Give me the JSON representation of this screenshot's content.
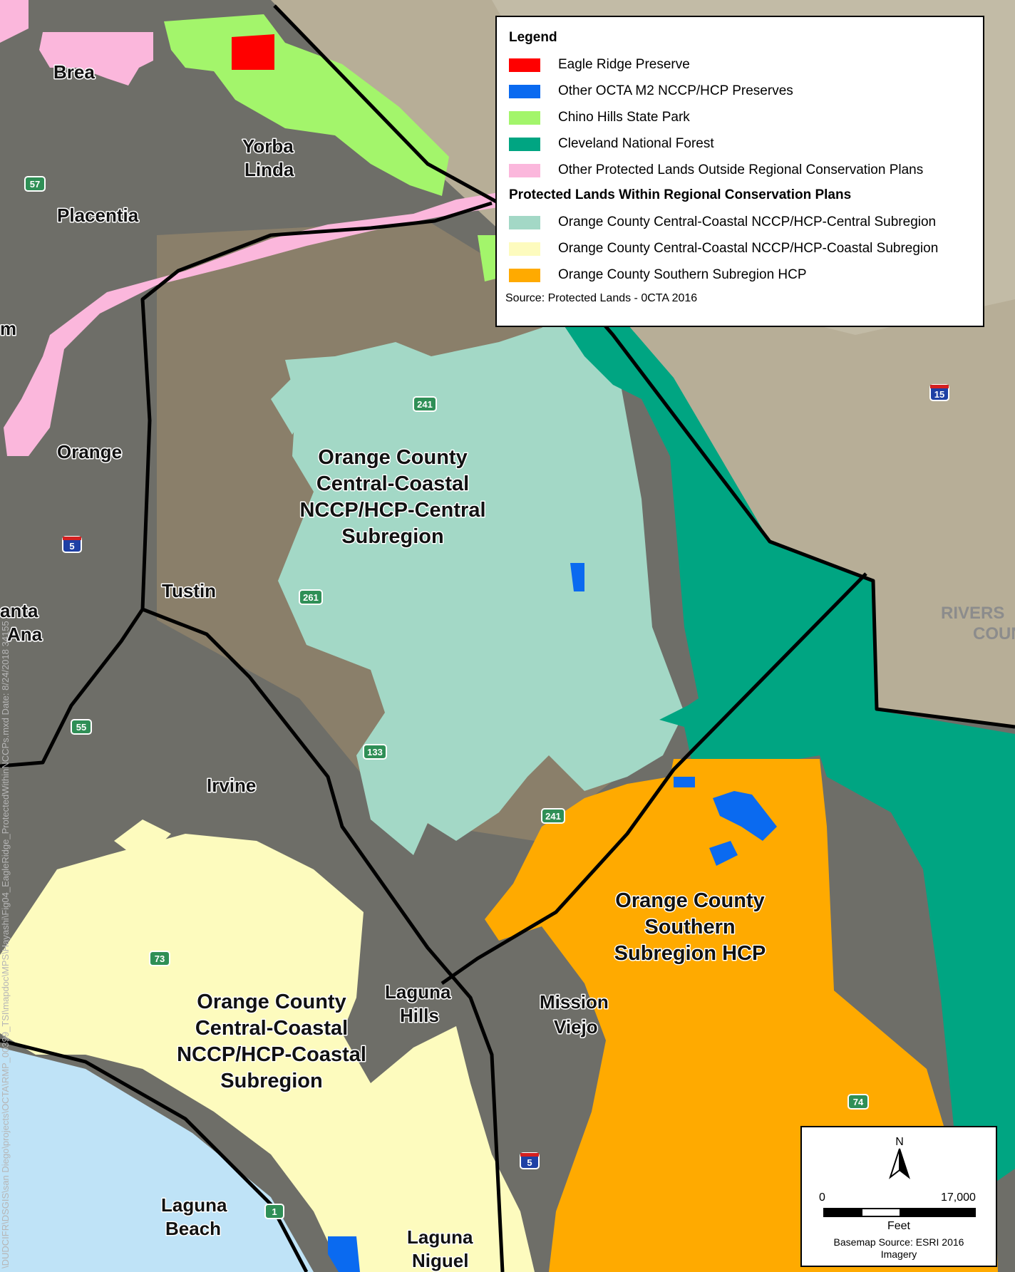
{
  "map": {
    "places": {
      "brea": "Brea",
      "yorba_linda_1": "Yorba",
      "yorba_linda_2": "Linda",
      "placentia": "Placentia",
      "anaheim_fragment": "m",
      "orange": "Orange",
      "tustin": "Tustin",
      "santa_ana_1": "anta",
      "santa_ana_2": "Ana",
      "irvine": "Irvine",
      "laguna_hills_1": "Laguna",
      "laguna_hills_2": "Hills",
      "mission_viejo_1": "Mission",
      "mission_viejo_2": "Viejo",
      "laguna_beach_1": "Laguna",
      "laguna_beach_2": "Beach",
      "laguna_niguel_1": "Laguna",
      "laguna_niguel_2": "Niguel",
      "riverside_1": "RIVERS",
      "riverside_2": "COUN"
    },
    "regions": {
      "central": [
        "Orange County",
        "Central-Coastal",
        "NCCP/HCP-Central",
        "Subregion"
      ],
      "coastal": [
        "Orange County",
        "Central-Coastal",
        "NCCP/HCP-Coastal",
        "Subregion"
      ],
      "southern": [
        "Orange County",
        "Southern",
        "Subregion HCP"
      ]
    },
    "route_shields": {
      "r57": "57",
      "r241a": "241",
      "i5a": "5",
      "r261": "261",
      "r55": "55",
      "r133": "133",
      "r241b": "241",
      "r73": "73",
      "i5b": "5",
      "r74": "74",
      "r1": "1",
      "i15": "15"
    },
    "side_text": "\\DUDCIFR\\DSGIS\\san Diego\\projects\\OCTA\\RMP_00399_TSI\\mapdoc\\MPS\\Hayashi\\Fig04_EagleRidge_ProtectedWithinNCCPs.mxd Date: 8/24/2018 34155"
  },
  "legend": {
    "title": "Legend",
    "items": [
      {
        "label": "Eagle Ridge Preserve",
        "color": "#ff0000"
      },
      {
        "label": "Other OCTA M2 NCCP/HCP Preserves",
        "color": "#0a6af0"
      },
      {
        "label": "Chino Hills State Park",
        "color": "#a3f56b"
      },
      {
        "label": "Cleveland National Forest",
        "color": "#00a582"
      },
      {
        "label": "Other Protected Lands Outside Regional Conservation Plans",
        "color": "#fbb7dc"
      }
    ],
    "subtitle": "Protected Lands Within Regional Conservation Plans",
    "sub_items": [
      {
        "label": "Orange County Central-Coastal NCCP/HCP-Central Subregion",
        "color": "#a3d8c6"
      },
      {
        "label": "Orange County Central-Coastal NCCP/HCP-Coastal Subregion",
        "color": "#fdfbbe"
      },
      {
        "label": "Orange County Southern Subregion HCP",
        "color": "#ffaa00"
      }
    ],
    "source": "Source: Protected Lands - 0CTA 2016"
  },
  "scale": {
    "north": "N",
    "min": "0",
    "max": "17,000",
    "unit": "Feet",
    "basemap_1": "Basemap Source: ESRI 2016",
    "basemap_2": "Imagery"
  }
}
